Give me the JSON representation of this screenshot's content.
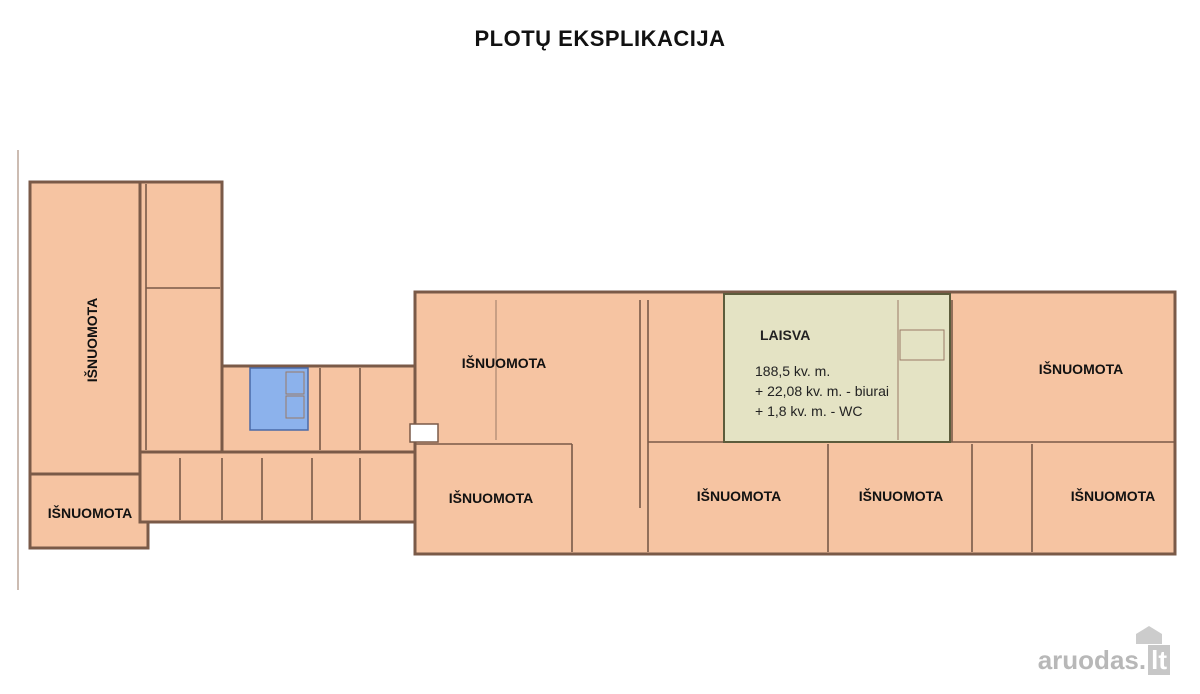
{
  "title": "PLOTŲ EKSPLIKACIJA",
  "rented_label": "IŠNUOMOTA",
  "free_area": {
    "title": "LAISVA",
    "lines": [
      "188,5 kv. m.",
      "+ 22,08 kv. m. - biurai",
      "+ 1,8 kv. m. - WC"
    ]
  },
  "watermark": {
    "brand": "aruodas",
    "tld": "lt"
  },
  "colors": {
    "rented": "#f6c4a2",
    "free": "#e4e3c4",
    "core": "#8cb2ec",
    "walls": "#7a5a48"
  }
}
